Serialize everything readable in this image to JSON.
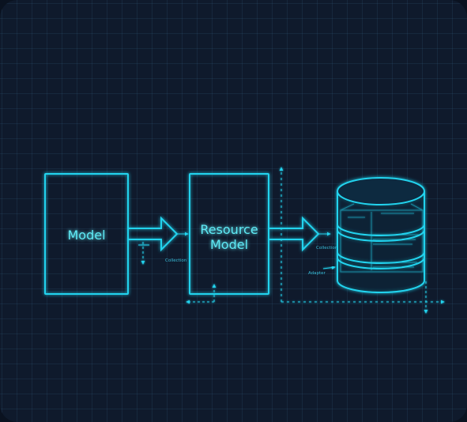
{
  "diagram": {
    "nodes": {
      "model": {
        "label": "Model"
      },
      "resource_model": {
        "label_line1": "Resource",
        "label_line2": "Model"
      },
      "database": {
        "label": ""
      }
    },
    "annotations": {
      "collection_left": "Collection",
      "collection_right": "Collection",
      "adapter": "Adapter"
    },
    "edges": [
      {
        "from": "model",
        "to": "resource_model"
      },
      {
        "from": "resource_model",
        "to": "database"
      }
    ],
    "colors": {
      "accent": "#22d3ee",
      "text": "#5eeaf5",
      "background": "#0f1a2c"
    }
  }
}
